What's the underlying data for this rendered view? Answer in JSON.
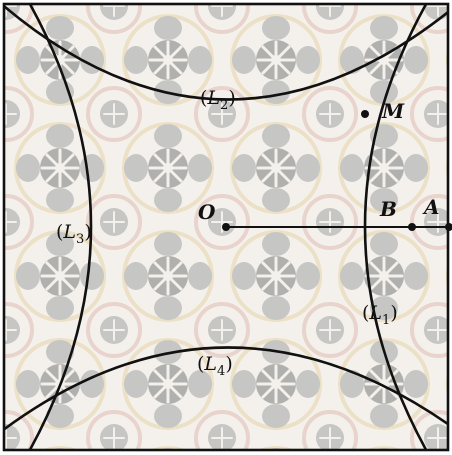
{
  "figure": {
    "curves": [
      {
        "id": "L1",
        "name": "L",
        "sub": "1"
      },
      {
        "id": "L2",
        "name": "L",
        "sub": "2"
      },
      {
        "id": "L3",
        "name": "L",
        "sub": "3"
      },
      {
        "id": "L4",
        "name": "L",
        "sub": "4"
      }
    ],
    "points": {
      "O": "O",
      "A": "A",
      "B": "B",
      "M": "M"
    },
    "colors": {
      "tile_background": "#f4f1ec",
      "tile_gray": "#c6c6c4",
      "tile_dark_gray": "#b0b0ae",
      "tile_cream": "#ece0c6",
      "tile_pink": "#e8d4cc",
      "ink": "#111111"
    }
  }
}
